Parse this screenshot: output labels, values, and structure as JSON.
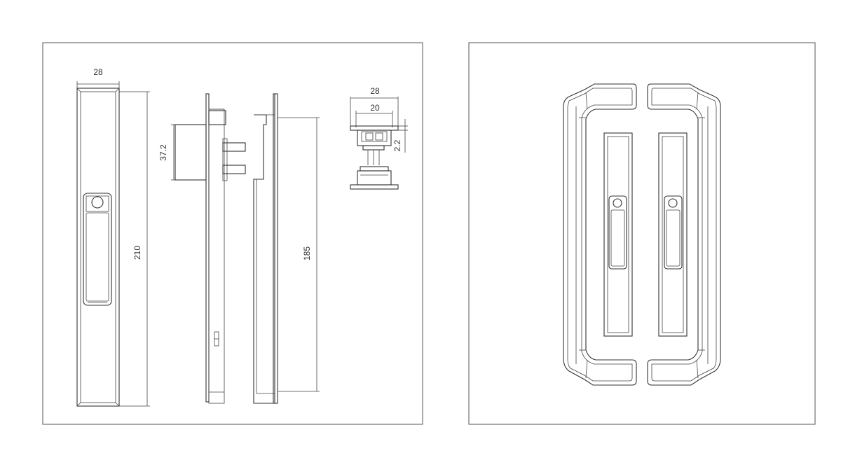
{
  "left_panel": {
    "dimensions": {
      "width_top": "28",
      "total_length": "210",
      "side_offset": "37.2",
      "plate_length": "185",
      "section_outer": "28",
      "section_inner": "20",
      "section_depth": "2.2"
    }
  },
  "right_panel": {
    "subject": "pair of sliding door flush handles"
  }
}
